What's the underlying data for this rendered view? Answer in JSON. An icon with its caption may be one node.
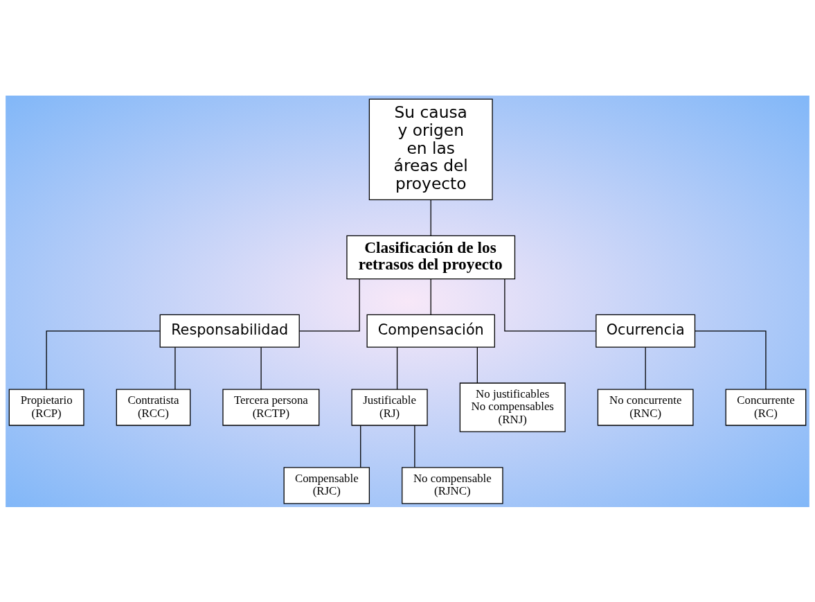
{
  "diagram": {
    "nodes": [
      {
        "text": [
          "Su causa y origen en las áreas del proyecto"
        ]
      },
      {
        "text": [
          "Clasificación de los retrasos del proyecto"
        ]
      },
      {
        "text": [
          "Responsabilidad"
        ]
      },
      {
        "text": [
          "Compensación"
        ]
      },
      {
        "text": [
          "Ocurrencia"
        ]
      },
      {
        "text": [
          "Propietario (RCP)"
        ]
      },
      {
        "text": [
          "Contratista (RCC)"
        ]
      },
      {
        "text": [
          "Tercera persona (RCTP)"
        ]
      },
      {
        "text": [
          "Justificable (RJ)"
        ]
      },
      {
        "text": [
          "No justificables No compensables (RNJ)"
        ]
      },
      {
        "text": [
          "No concurrente (RNC)"
        ]
      },
      {
        "text": [
          "Concurrente (RC)"
        ]
      },
      {
        "text": [
          "Compensable (RJC)"
        ]
      },
      {
        "text": [
          "No compensable (RJNC)"
        ]
      }
    ],
    "edges": [
      {
        "from": 0,
        "to": 1,
        "arrow": "none"
      },
      {
        "from": 1,
        "to": 2,
        "arrow": "none"
      },
      {
        "from": 1,
        "to": 3,
        "arrow": "none"
      },
      {
        "from": 1,
        "to": 4,
        "arrow": "none"
      },
      {
        "from": 2,
        "to": 5,
        "arrow": "none"
      },
      {
        "from": 2,
        "to": 6,
        "arrow": "none"
      },
      {
        "from": 2,
        "to": 7,
        "arrow": "none"
      },
      {
        "from": 3,
        "to": 8,
        "arrow": "none"
      },
      {
        "from": 3,
        "to": 9,
        "arrow": "none"
      },
      {
        "from": 4,
        "to": 10,
        "arrow": "none"
      },
      {
        "from": 4,
        "to": 11,
        "arrow": "none"
      },
      {
        "from": 8,
        "to": 12,
        "arrow": "none"
      },
      {
        "from": 8,
        "to": 13,
        "arrow": "none"
      }
    ]
  }
}
